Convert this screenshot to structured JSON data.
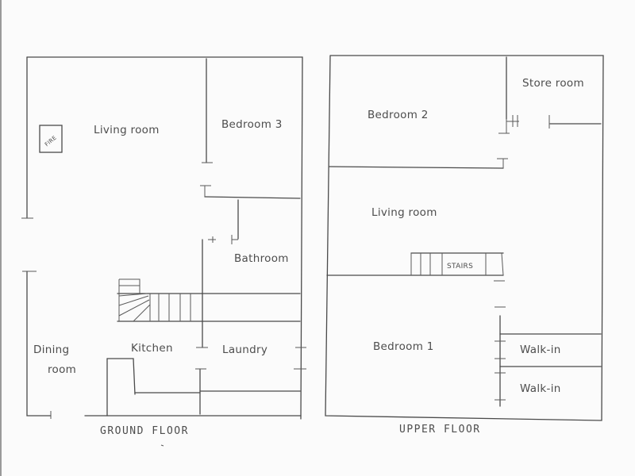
{
  "ground_floor": {
    "caption": "GROUND FLOOR",
    "rooms": {
      "living_room": "Living room",
      "bedroom_3": "Bedroom 3",
      "bathroom": "Bathroom",
      "dining_room_1": "Dining",
      "dining_room_2": "room",
      "kitchen": "Kitchen",
      "laundry": "Laundry",
      "fire": "FIRE"
    }
  },
  "upper_floor": {
    "caption": "UPPER FLOOR",
    "rooms": {
      "bedroom_2": "Bedroom 2",
      "store_room": "Store room",
      "living_room": "Living room",
      "stairs": "STAIRS",
      "bedroom_1": "Bedroom 1",
      "walk_in_1": "Walk-in",
      "walk_in_2": "Walk-in"
    }
  }
}
